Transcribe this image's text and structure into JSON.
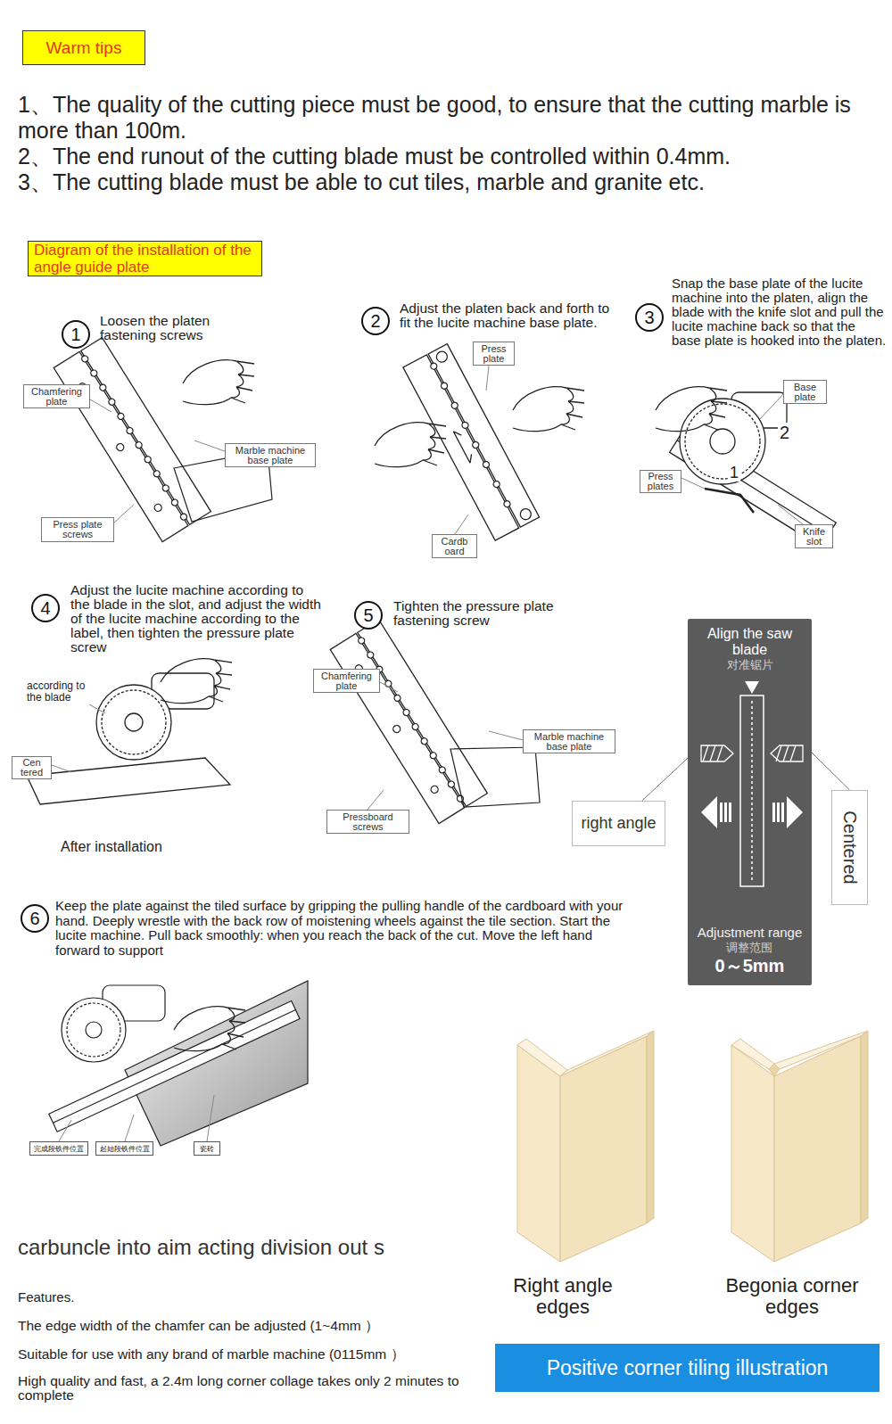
{
  "diagram": {
    "nodes": [
      {
        "text": [
          "Warm tips"
        ]
      },
      {
        "text": [
          "Diagram of the installation of the angle guide plate"
        ]
      },
      {
        "text": [
          "1"
        ]
      },
      {
        "text": [
          "Chamfering plate"
        ]
      },
      {
        "text": [
          "Marble machine base plate"
        ]
      },
      {
        "text": [
          "Press plate screws"
        ]
      },
      {
        "text": [
          "2"
        ]
      },
      {
        "text": [
          "Press plate"
        ]
      },
      {
        "text": [
          "Cardb oard"
        ]
      },
      {
        "text": [
          "3"
        ]
      },
      {
        "text": [
          "Base plate"
        ]
      },
      {
        "text": [
          "Press plates"
        ]
      },
      {
        "text": [
          "Knife slot"
        ]
      },
      {
        "text": [
          "4"
        ]
      },
      {
        "text": [
          "Cen tered"
        ]
      },
      {
        "text": [
          "5"
        ]
      },
      {
        "text": [
          "Chamfering plate"
        ]
      },
      {
        "text": [
          "Marble machine base plate"
        ]
      },
      {
        "text": [
          "Pressboard screws"
        ]
      },
      {
        "text": [
          "Align the saw blade",
          "对准锯片",
          "Adjustment range",
          "调整范围",
          "0～5mm"
        ]
      },
      {
        "text": [
          "right angle"
        ]
      },
      {
        "text": [
          "Centered"
        ]
      },
      {
        "text": [
          "6"
        ]
      },
      {
        "text": [
          "完成段铁件位置"
        ]
      },
      {
        "text": [
          "起始段铁件位置"
        ]
      },
      {
        "text": [
          "瓷砖"
        ]
      },
      {
        "text": [
          "Positive corner tiling illustration"
        ]
      }
    ],
    "edges": [
      {
        "from": 20,
        "to": 19,
        "arrow": "none"
      },
      {
        "from": 21,
        "to": 19,
        "arrow": "none"
      }
    ],
    "labels": [
      "1、The quality of the cutting piece must be good, to ensure that the cutting marble is more than 100m.",
      "2、The end runout of the cutting blade must be controlled within 0.4mm.",
      "3、The cutting blade must be able to cut tiles, marble and granite etc.",
      "Loosen the platen fastening screws",
      "Adjust the platen back and forth to fit the lucite machine base plate.",
      "Snap the base plate of the lucite machine into the platen, align the blade with the knife slot and pull the lucite machine back so that the base plate is hooked into the platen.",
      "2",
      "1",
      "Adjust the lucite machine according to the blade in the slot, and adjust the width of the lucite machine according to the label, then tighten the pressure plate screw",
      "according to the blade",
      "After installation",
      "Tighten the pressure plate fastening screw",
      "Keep the plate against the tiled surface by gripping the pulling handle of the cardboard with your hand. Deeply wrestle with the back row of moistening wheels against the tile section. Start the lucite machine. Pull back smoothly: when you reach the back of the cut. Move the left hand forward to support",
      "carbuncle into aim acting division out s",
      "Features.",
      "The edge width of the chamfer can be adjusted (1~4mm ）",
      "Suitable for use with any brand of marble machine (0115mm ）",
      "High quality and fast, a 2.4m long corner collage takes only 2 minutes to complete",
      "Right angle edges",
      "Begonia corner edges"
    ]
  }
}
